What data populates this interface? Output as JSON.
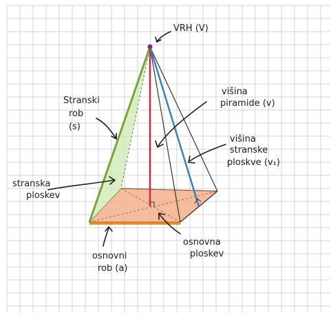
{
  "labels": {
    "apex": "VRH (V)",
    "pyramid_height_line1": "višina",
    "pyramid_height_line2": "piramide (v)",
    "lateral_edge_line1": "Stranski",
    "lateral_edge_line2": "rob",
    "lateral_edge_line3": "(s)",
    "face_height_line1": "višina",
    "face_height_line2": "stranske",
    "face_height_line3": "ploskve (v₁)",
    "lateral_face_line1": "stranska",
    "lateral_face_line2": "ploskev",
    "base_edge_line1": "osnovni",
    "base_edge_line2": "rob (a)",
    "base_face_line1": "osnovna",
    "base_face_line2": "ploskev"
  },
  "colors": {
    "grid_line": "#c9c9c9",
    "ink": "#1d1d1d",
    "base_fill": "#f3b08c",
    "base_edge": "#ee8a1e",
    "lateral_face_fill": "#cfe9b3",
    "lateral_edge": "#7aa43a",
    "height_line": "#d7263d",
    "face_height_line": "#3a7fb5",
    "apex_dot": "#7a2a7a"
  }
}
